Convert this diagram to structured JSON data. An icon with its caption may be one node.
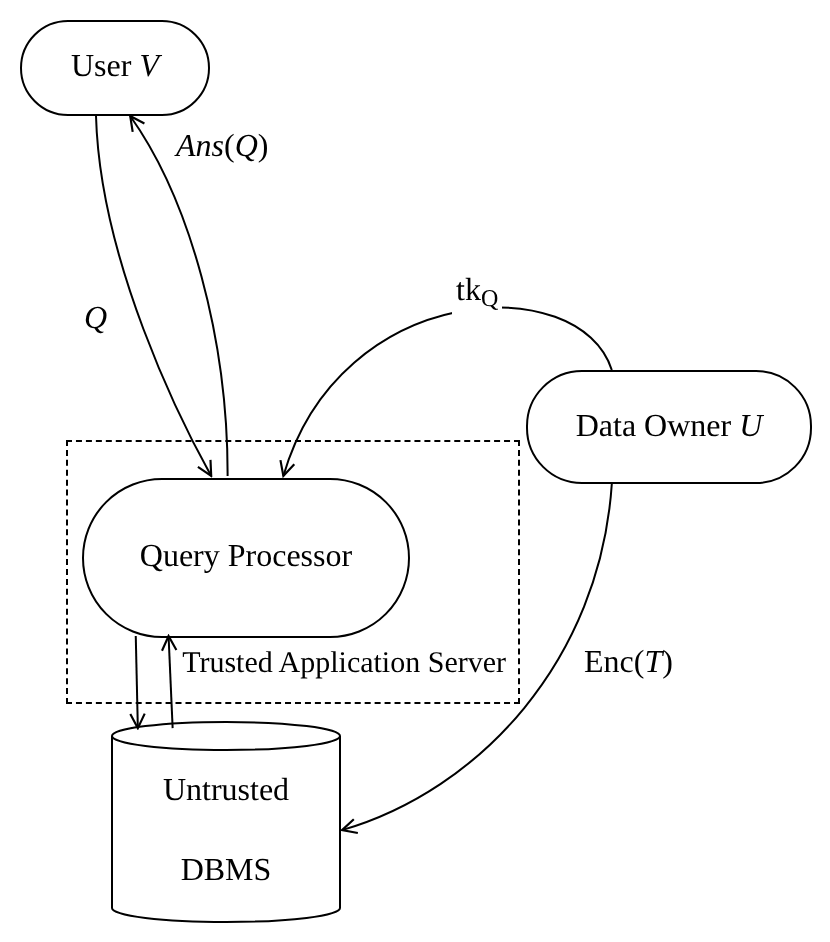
{
  "diagram": {
    "nodes": [
      {
        "text": [
          "Trusted Application Server"
        ]
      },
      {
        "text": [
          "User *V*"
        ]
      },
      {
        "text": [
          "Query Processor"
        ],
        "in": 0
      },
      {
        "text": [
          "Data Owner *U*"
        ]
      },
      {
        "text": [
          "Untrusted DBMS"
        ]
      }
    ],
    "edges": [
      {
        "from": 1,
        "to": 2,
        "arrow": "to",
        "label": "*Q*"
      },
      {
        "from": 2,
        "to": 1,
        "arrow": "to",
        "label": "*Ans*(*Q*)"
      },
      {
        "from": 3,
        "to": 2,
        "arrow": "to",
        "label": "tk$_{Q}$"
      },
      {
        "from": 3,
        "to": 4,
        "arrow": "to",
        "label": "Enc(*T*)"
      },
      {
        "from": 2,
        "to": 4,
        "arrow": "to"
      },
      {
        "from": 4,
        "to": 2,
        "arrow": "to"
      }
    ]
  }
}
